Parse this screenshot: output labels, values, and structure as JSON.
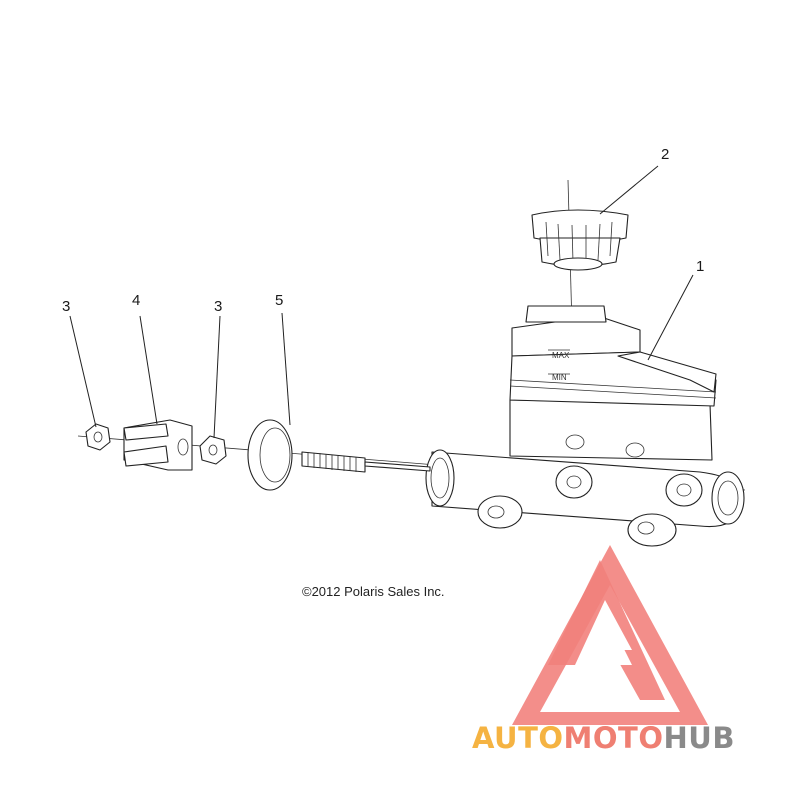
{
  "callouts": [
    {
      "id": "label-1",
      "text": "1"
    },
    {
      "id": "label-2",
      "text": "2"
    },
    {
      "id": "label-3a",
      "text": "3"
    },
    {
      "id": "label-4",
      "text": "4"
    },
    {
      "id": "label-3b",
      "text": "3"
    },
    {
      "id": "label-5",
      "text": "5"
    }
  ],
  "reservoir_marks": {
    "max": "MAX",
    "min": "MIN"
  },
  "copyright": "©2012 Polaris Sales Inc.",
  "watermark": {
    "parts": [
      "AUTO",
      "MOTO",
      "HUB"
    ],
    "colors": {
      "auto": "#f5b342",
      "moto": "#ef7f72",
      "hub": "#8a8a8a",
      "logo": "#ef6c66"
    }
  }
}
